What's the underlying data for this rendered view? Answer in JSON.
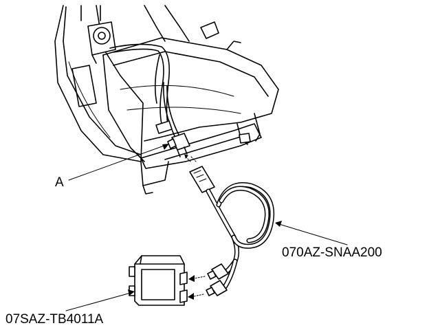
{
  "labels": {
    "connector_a": "A",
    "harness": "070AZ-SNAA200",
    "test_box": "07SAZ-TB4011A"
  }
}
